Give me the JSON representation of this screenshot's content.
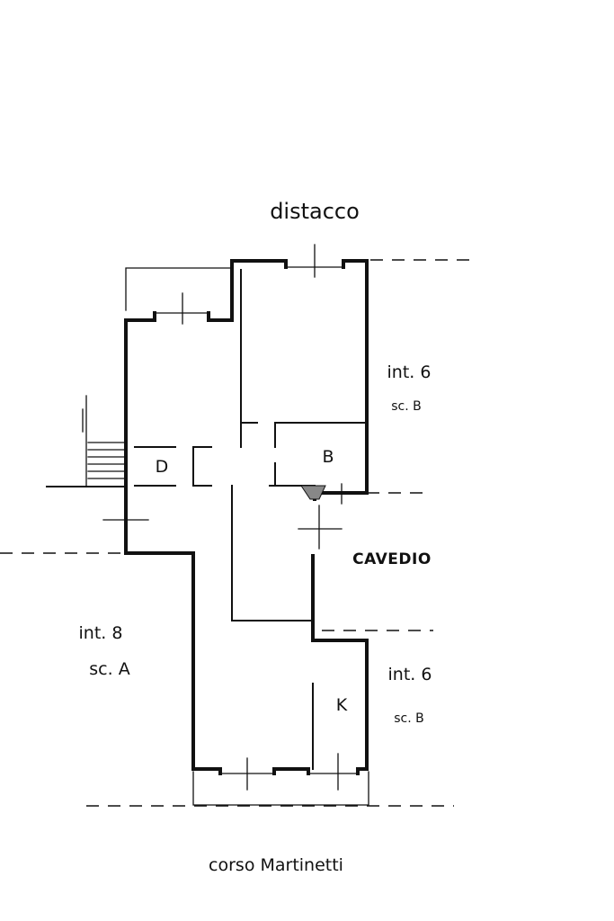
{
  "labels": {
    "top_street": "distacco",
    "bottom_street": "corso Martinetti",
    "courtyard": "CAVEDIO",
    "room_d": "D",
    "room_b": "B",
    "room_k": "K",
    "neighbor_right_top_int": "int. 6",
    "neighbor_right_top_sc": "sc. B",
    "neighbor_left_int": "int. 8",
    "neighbor_left_sc": "sc. A",
    "neighbor_right_bottom_int": "int. 6",
    "neighbor_right_bottom_sc": "sc. B"
  }
}
